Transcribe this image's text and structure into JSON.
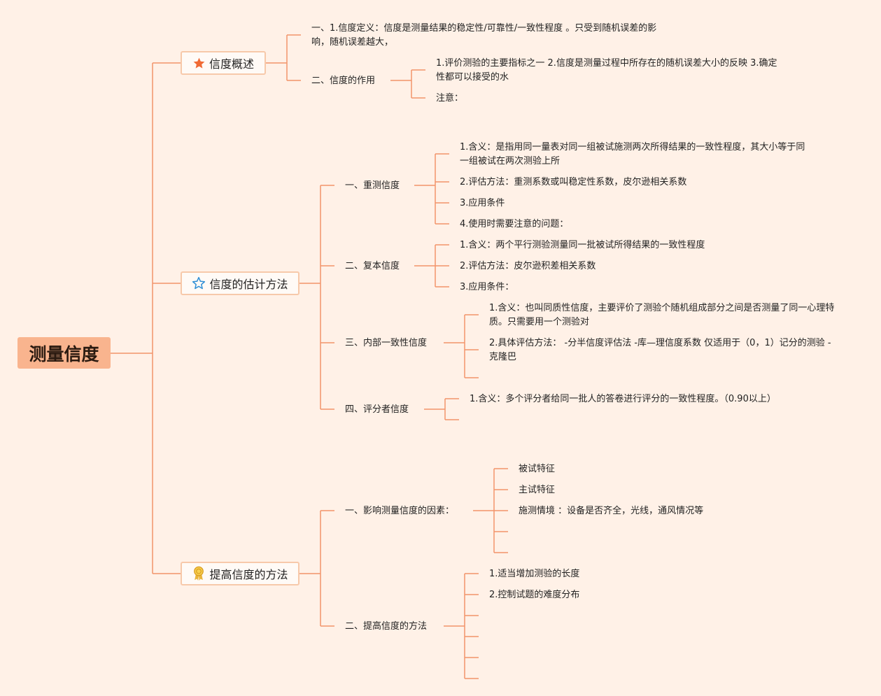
{
  "root": {
    "title": "测量信度"
  },
  "topics": [
    {
      "label": "信度概述",
      "icon": "star-filled-icon",
      "items": {
        "definition": "一、1.信度定义：信度是测量结果的稳定性/可靠性/一致性程度 。只受到随机误差的影响，随机误差越大，",
        "role": "二、信度的作用",
        "role_children": [
          "1.评价测验的主要指标之一 2.信度是测量过程中所存在的随机误差大小的反映 3.确定性都可以接受的水",
          "注意："
        ]
      }
    },
    {
      "label": "信度的估计方法",
      "icon": "star-outline-icon",
      "methods": [
        {
          "label": "一、重测信度",
          "children": [
            "1.含义：是指用同一量表对同一组被试施测两次所得结果的一致性程度，其大小等于同一组被试在两次测验上所",
            "2.评估方法：重测系数或叫稳定性系数，皮尔逊相关系数",
            "3.应用条件",
            "4.使用时需要注意的问题："
          ]
        },
        {
          "label": "二、复本信度",
          "children": [
            "1.含义：两个平行测验测量同一批被试所得结果的一致性程度",
            "2.评估方法：皮尔逊积差相关系数",
            "3.应用条件："
          ]
        },
        {
          "label": "三、内部一致性信度",
          "children": [
            "1.含义：也叫同质性信度，主要评价了测验个随机组成部分之间是否测量了同一心理特质。只需要用一个测验对",
            "2.具体评估方法： -分半信度评估法 -库—理信度系数 仅适用于（0，1）记分的测验 -克隆巴"
          ]
        },
        {
          "label": "四、评分者信度",
          "children": [
            "1.含义：多个评分者给同一批人的答卷进行评分的一致性程度。（0.90以上）"
          ]
        }
      ]
    },
    {
      "label": "提高信度的方法",
      "icon": "award-ribbon-icon",
      "sections": [
        {
          "label": "一、影响测量信度的因素：",
          "children": [
            "被试特征",
            "主试特征",
            "施测情境 ：设备是否齐全，光线，通风情况等"
          ]
        },
        {
          "label": "二、提高信度的方法",
          "children": [
            "1.适当增加测验的长度",
            "2.控制试题的难度分布"
          ]
        }
      ]
    }
  ],
  "colors": {
    "line": "#f2946a",
    "background": "#fff1e7",
    "root_fill": "#f9b48e"
  }
}
